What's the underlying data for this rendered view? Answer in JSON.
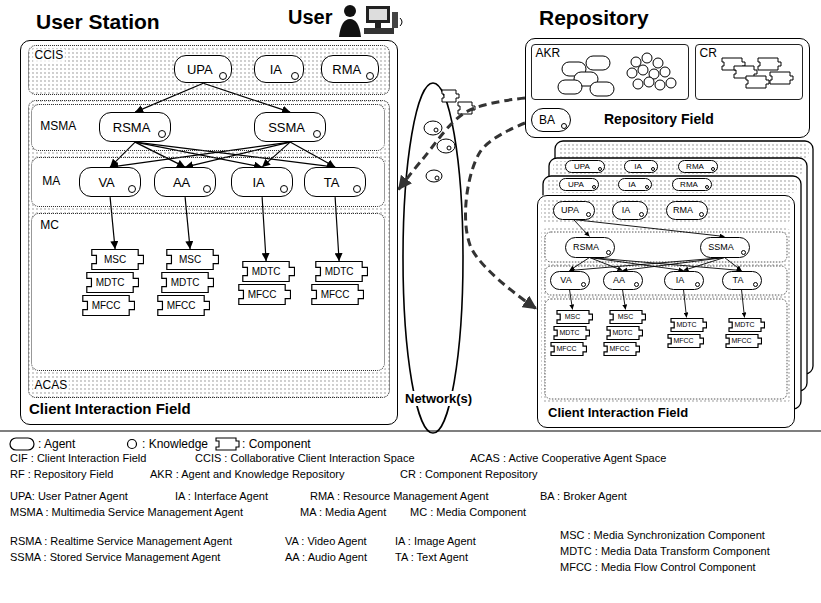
{
  "diagram": {
    "nodes": [
      {
        "text": [
          "User Station",
          "Client Interaction Field"
        ]
      },
      {
        "text": [
          "CCIS"
        ],
        "in": 0
      },
      {
        "text": [
          "UPA"
        ],
        "in": 1
      },
      {
        "text": [
          "IA"
        ],
        "in": 1
      },
      {
        "text": [
          "RMA"
        ],
        "in": 1
      },
      {
        "text": [
          "ACAS"
        ],
        "in": 0
      },
      {
        "text": [
          "MSMA"
        ],
        "in": 5
      },
      {
        "text": [
          "RSMA"
        ],
        "in": 6
      },
      {
        "text": [
          "SSMA"
        ],
        "in": 6
      },
      {
        "text": [
          "MA"
        ],
        "in": 5
      },
      {
        "text": [
          "VA"
        ],
        "in": 9
      },
      {
        "text": [
          "AA"
        ],
        "in": 9
      },
      {
        "text": [
          "IA"
        ],
        "in": 9
      },
      {
        "text": [
          "TA"
        ],
        "in": 9
      },
      {
        "text": [
          "MC"
        ],
        "in": 5
      },
      {
        "text": [
          "MSC"
        ],
        "in": 14
      },
      {
        "text": [
          "MDTC"
        ],
        "in": 14
      },
      {
        "text": [
          "MFCC"
        ],
        "in": 14
      },
      {
        "text": [
          "MSC"
        ],
        "in": 14
      },
      {
        "text": [
          "MDTC"
        ],
        "in": 14
      },
      {
        "text": [
          "MFCC"
        ],
        "in": 14
      },
      {
        "text": [
          "MDTC"
        ],
        "in": 14
      },
      {
        "text": [
          "MFCC"
        ],
        "in": 14
      },
      {
        "text": [
          "MDTC"
        ],
        "in": 14
      },
      {
        "text": [
          "MFCC"
        ],
        "in": 14
      },
      {
        "text": [
          "Repository",
          "Repository Field"
        ]
      },
      {
        "text": [
          "AKR"
        ],
        "in": 25
      },
      {
        "text": [
          "CR"
        ],
        "in": 25
      },
      {
        "text": [
          "BA"
        ],
        "in": 25
      },
      {
        "text": [
          "UPA"
        ]
      },
      {
        "text": [
          "IA"
        ]
      },
      {
        "text": [
          "RMA"
        ]
      },
      {
        "text": [
          "UPA"
        ]
      },
      {
        "text": [
          "IA"
        ]
      },
      {
        "text": [
          "RMA"
        ]
      },
      {
        "text": [
          "Client Interaction Field"
        ]
      },
      {
        "text": [
          "UPA"
        ],
        "in": 35
      },
      {
        "text": [
          "IA"
        ],
        "in": 35
      },
      {
        "text": [
          "RMA"
        ],
        "in": 35
      },
      {
        "text": [
          "RSMA"
        ],
        "in": 35
      },
      {
        "text": [
          "SSMA"
        ],
        "in": 35
      },
      {
        "text": [
          "VA"
        ],
        "in": 35
      },
      {
        "text": [
          "AA"
        ],
        "in": 35
      },
      {
        "text": [
          "IA"
        ],
        "in": 35
      },
      {
        "text": [
          "TA"
        ],
        "in": 35
      },
      {
        "text": [
          "MSC"
        ],
        "in": 35
      },
      {
        "text": [
          "MDTC"
        ],
        "in": 35
      },
      {
        "text": [
          "MFCC"
        ],
        "in": 35
      },
      {
        "text": [
          "MSC"
        ],
        "in": 35
      },
      {
        "text": [
          "MDTC"
        ],
        "in": 35
      },
      {
        "text": [
          "MFCC"
        ],
        "in": 35
      },
      {
        "text": [
          "MDTC"
        ],
        "in": 35
      },
      {
        "text": [
          "MFCC"
        ],
        "in": 35
      },
      {
        "text": [
          "MDTC"
        ],
        "in": 35
      },
      {
        "text": [
          "MFCC"
        ],
        "in": 35
      }
    ],
    "edges": [
      {
        "from": 2,
        "to": 7,
        "arrow": "to"
      },
      {
        "from": 2,
        "to": 8,
        "arrow": "to"
      },
      {
        "from": 7,
        "to": 10,
        "arrow": "to"
      },
      {
        "from": 7,
        "to": 11,
        "arrow": "to"
      },
      {
        "from": 7,
        "to": 12,
        "arrow": "to"
      },
      {
        "from": 7,
        "to": 13,
        "arrow": "to"
      },
      {
        "from": 8,
        "to": 10,
        "arrow": "to"
      },
      {
        "from": 8,
        "to": 11,
        "arrow": "to"
      },
      {
        "from": 8,
        "to": 12,
        "arrow": "to"
      },
      {
        "from": 8,
        "to": 13,
        "arrow": "to"
      },
      {
        "from": 10,
        "to": 15,
        "arrow": "to"
      },
      {
        "from": 11,
        "to": 18,
        "arrow": "to"
      },
      {
        "from": 12,
        "to": 21,
        "arrow": "to"
      },
      {
        "from": 13,
        "to": 23,
        "arrow": "to"
      },
      {
        "from": 36,
        "to": 39,
        "arrow": "to"
      },
      {
        "from": 36,
        "to": 40,
        "arrow": "to"
      },
      {
        "from": 39,
        "to": 41,
        "arrow": "to"
      },
      {
        "from": 39,
        "to": 42,
        "arrow": "to"
      },
      {
        "from": 39,
        "to": 43,
        "arrow": "to"
      },
      {
        "from": 39,
        "to": 44,
        "arrow": "to"
      },
      {
        "from": 40,
        "to": 41,
        "arrow": "to"
      },
      {
        "from": 40,
        "to": 42,
        "arrow": "to"
      },
      {
        "from": 40,
        "to": 43,
        "arrow": "to"
      },
      {
        "from": 40,
        "to": 44,
        "arrow": "to"
      },
      {
        "from": 41,
        "to": 45,
        "arrow": "to"
      },
      {
        "from": 42,
        "to": 48,
        "arrow": "to"
      },
      {
        "from": 43,
        "to": 51,
        "arrow": "to"
      },
      {
        "from": 44,
        "to": 53,
        "arrow": "to"
      },
      {
        "from": 25,
        "to": 0,
        "arrow": "to"
      },
      {
        "from": 25,
        "to": 35,
        "arrow": "to"
      }
    ],
    "labels": [
      "User",
      "Network(s)",
      "CIF : Client Interaction Field",
      "CCIS : Collaborative Client Interaction Space",
      "ACAS : Active Cooperative Agent Space",
      "RF : Repository Field",
      "AKR : Agent and Knowledge Repository",
      "CR : Component Repository",
      "UPA: User Patner Agent",
      "IA : Interface Agent",
      "RMA : Resource Management Agent",
      "BA : Broker Agent",
      "MSMA : Multimedia Service Management Agent",
      "MA : Media Agent",
      "MC : Media Component",
      "RSMA : Realtime Service Management Agent",
      "VA : Video Agent",
      "IA : Image Agent",
      "SSMA : Stored Service Management Agent",
      "AA : Audio Agent",
      "TA : Text Agent",
      "MSC : Media Synchronization Component",
      "MDTC : Media Data Transform Component",
      "MFCC : Media Flow Control Component"
    ],
    "legend": [
      {
        "text": ": Agent"
      },
      {
        "text": ": Knowledge"
      },
      {
        "text": ": Component"
      }
    ]
  }
}
